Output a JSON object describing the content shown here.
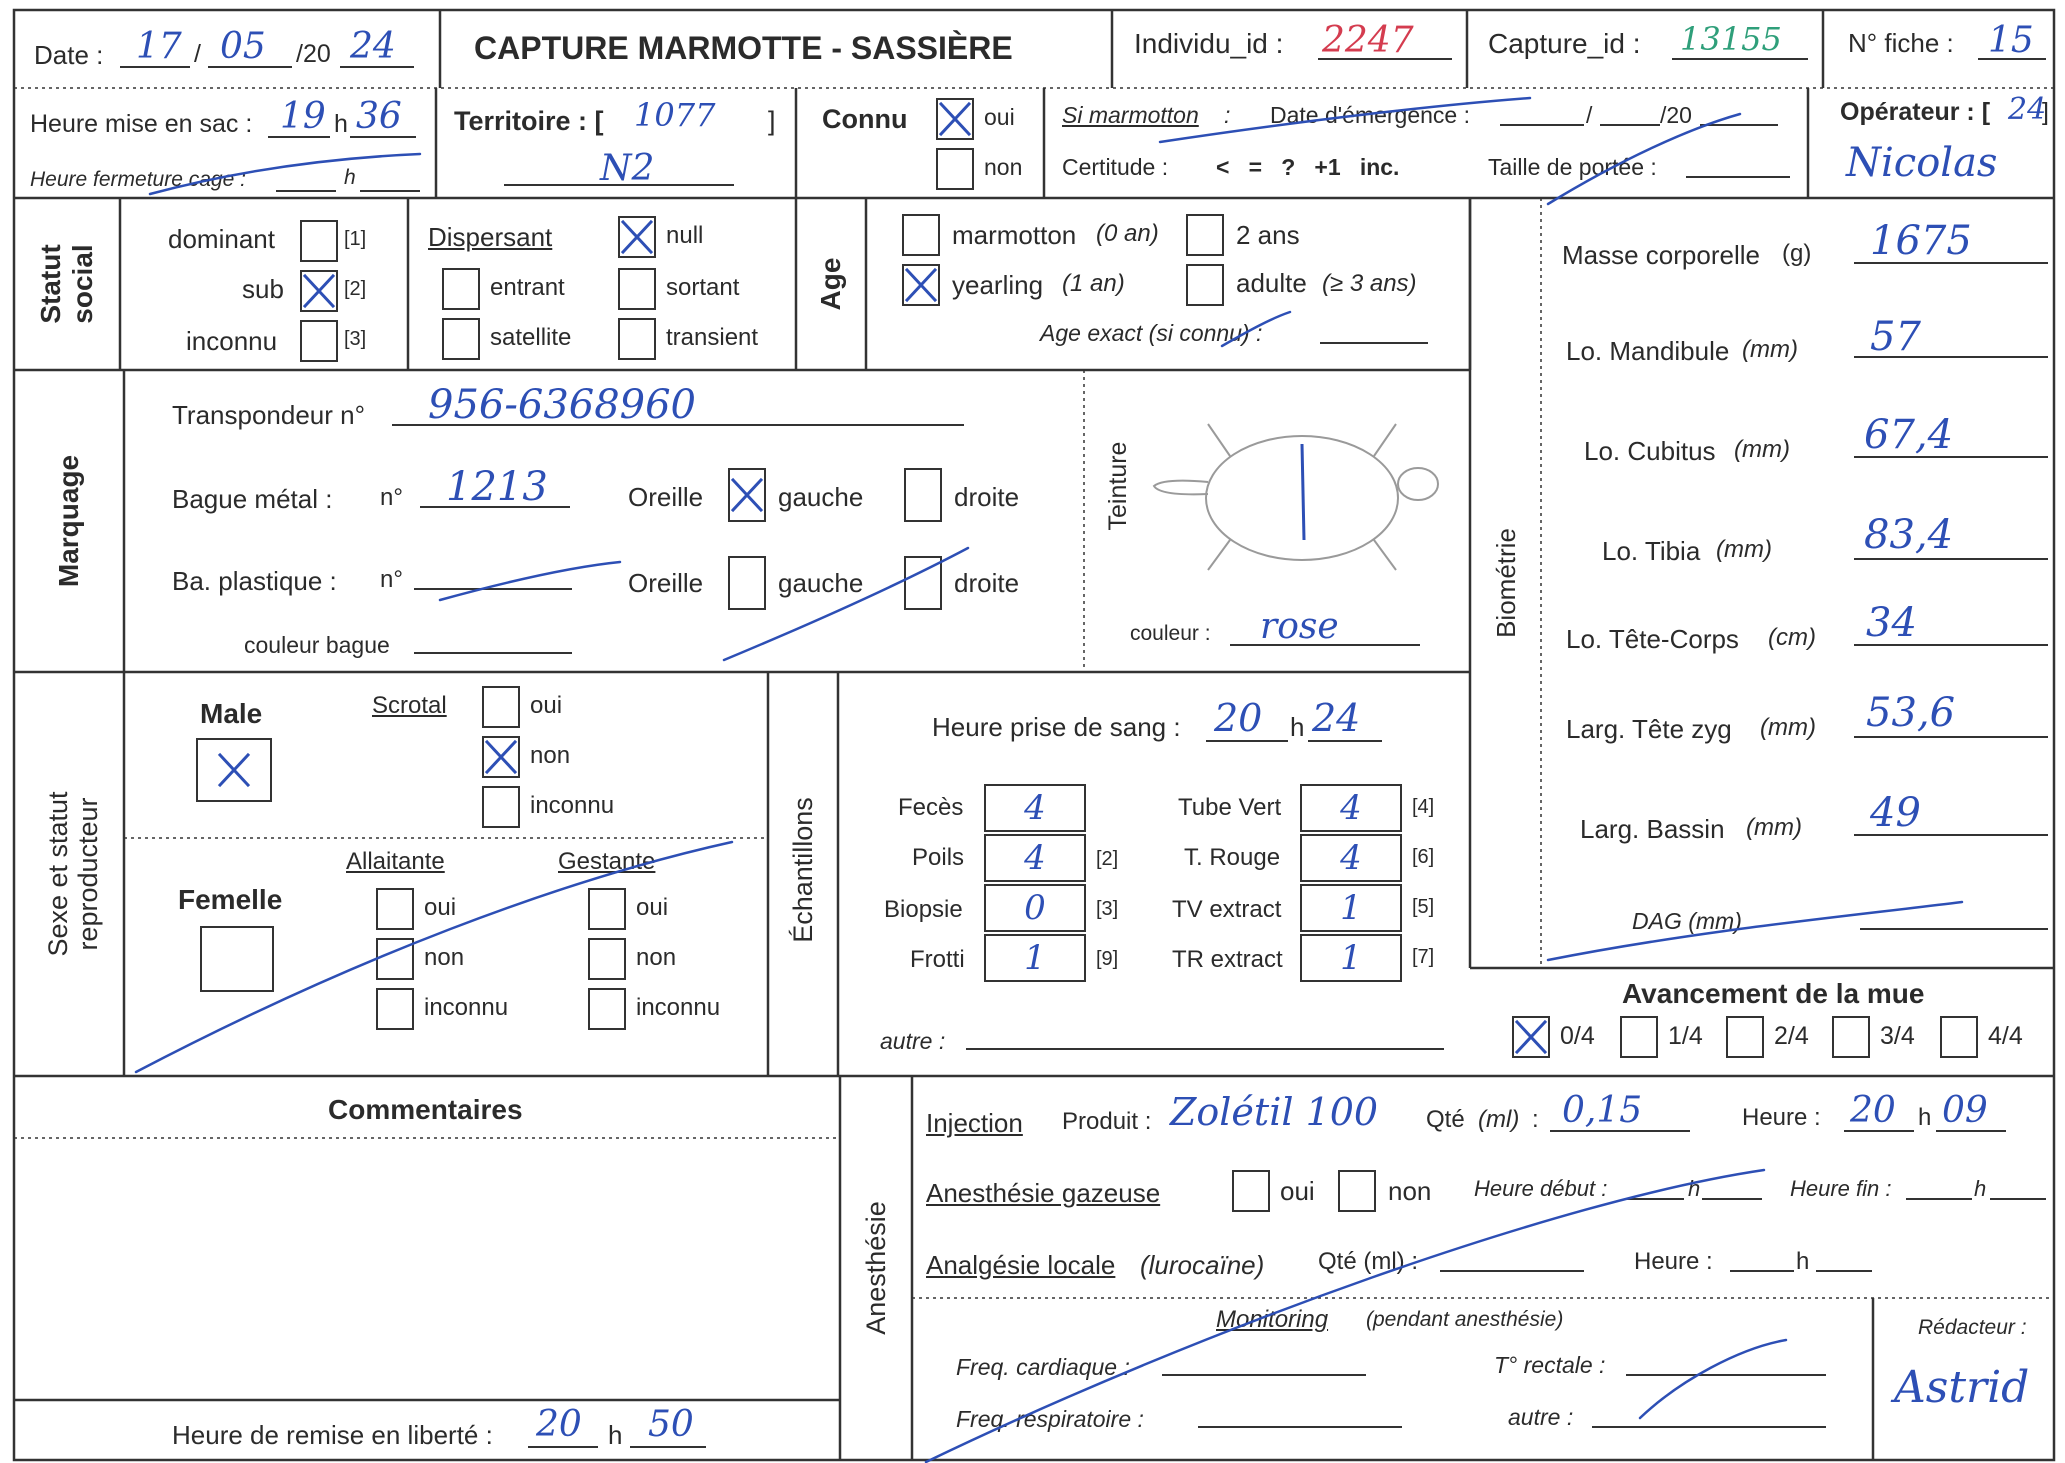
{
  "header": {
    "date": {
      "label": "Date :",
      "day": "17",
      "sep1": "/",
      "month": "05",
      "prefix": "/20",
      "year": "24"
    },
    "title": "CAPTURE MARMOTTE - SASSIÈRE",
    "individu": {
      "label": "Individu_id :",
      "value": "2247"
    },
    "capture": {
      "label": "Capture_id :",
      "value": "13155"
    },
    "fiche": {
      "label": "N° fiche :",
      "value": "15"
    }
  },
  "row2": {
    "sac": {
      "label": "Heure mise en sac :",
      "hours": "19",
      "h": "h",
      "minutes": "36"
    },
    "fermeture": {
      "label": "Heure fermeture cage :",
      "h": "h"
    },
    "territoire": {
      "label": "Territoire : [",
      "value": "1077",
      "close": "]",
      "sub": "N2"
    },
    "connu": {
      "label": "Connu",
      "oui": "oui",
      "non": "non"
    },
    "marmotton": {
      "label": "Si marmotton",
      "colon": ":",
      "emergence": "Date d'émergence :",
      "sep": "/",
      "prefix": "/20",
      "certitude": "Certitude :",
      "options": "<   =   ?   +1   inc.",
      "portee": "Taille de portée :"
    },
    "operateur": {
      "label": "Opérateur : [",
      "code": "24",
      "close": "]",
      "name": "Nicolas"
    }
  },
  "statut": {
    "title_line1": "Statut",
    "title_line2": "social",
    "dominant": "dominant",
    "c1": "[1]",
    "sub": "sub",
    "c2": "[2]",
    "inconnu": "inconnu",
    "c3": "[3]",
    "dispersant": "Dispersant",
    "null": "null",
    "entrant": "entrant",
    "sortant": "sortant",
    "satellite": "satellite",
    "transient": "transient"
  },
  "age": {
    "title": "Age",
    "marmotton": "marmotton",
    "marmotton_note": "(0 an)",
    "yearling": "yearling",
    "yearling_note": "(1 an)",
    "deux_ans": "2 ans",
    "adulte": "adulte",
    "adulte_note": "(≥ 3 ans)",
    "exact": "Age exact (si connu) :"
  },
  "marquage": {
    "title": "Marquage",
    "transpondeur": {
      "label": "Transpondeur n°",
      "value": "956-6368960"
    },
    "bague_metal": {
      "label": "Bague métal :",
      "no": "n°",
      "value": "1213"
    },
    "oreille1": {
      "label": "Oreille",
      "gauche": "gauche",
      "droite": "droite"
    },
    "ba_plastique": {
      "label": "Ba. plastique :",
      "no": "n°"
    },
    "oreille2": {
      "label": "Oreille",
      "gauche": "gauche",
      "droite": "droite"
    },
    "couleur_bague": "couleur bague",
    "teinture": "Teinture",
    "couleur": {
      "label": "couleur :",
      "value": "rose"
    }
  },
  "biometrie": {
    "title": "Biométrie",
    "rows": [
      {
        "label": "Masse corporelle",
        "unit": "(g)",
        "value": "1675"
      },
      {
        "label": "Lo. Mandibule",
        "unit": "(mm)",
        "value": "57"
      },
      {
        "label": "Lo. Cubitus",
        "unit": "(mm)",
        "value": "67,4"
      },
      {
        "label": "Lo. Tibia",
        "unit": "(mm)",
        "value": "83,4"
      },
      {
        "label": "Lo. Tête-Corps",
        "unit": "(cm)",
        "value": "34"
      },
      {
        "label": "Larg. Tête zyg",
        "unit": "(mm)",
        "value": "53,6"
      },
      {
        "label": "Larg. Bassin",
        "unit": "(mm)",
        "value": "49"
      }
    ],
    "dag": "DAG (mm)"
  },
  "sexe": {
    "title_line1": "Sexe et statut",
    "title_line2": "reproducteur",
    "male": "Male",
    "scrotal": "Scrotal",
    "oui": "oui",
    "non": "non",
    "inconnu": "inconnu",
    "femelle": "Femelle",
    "allaitante": "Allaitante",
    "gestante": "Gestante"
  },
  "echantillons": {
    "title": "Échantillons",
    "sang": {
      "label": "Heure prise de sang :",
      "hours": "20",
      "h": "h",
      "minutes": "24"
    },
    "left": [
      {
        "label": "Fecès",
        "value": "4",
        "code": ""
      },
      {
        "label": "Poils",
        "value": "4",
        "code": "[2]"
      },
      {
        "label": "Biopsie",
        "value": "0",
        "code": "[3]"
      },
      {
        "label": "Frotti",
        "value": "1",
        "code": "[9]"
      }
    ],
    "right": [
      {
        "label": "Tube Vert",
        "value": "4",
        "code": "[4]"
      },
      {
        "label": "T. Rouge",
        "value": "4",
        "code": "[6]"
      },
      {
        "label": "TV extract",
        "value": "1",
        "code": "[5]"
      },
      {
        "label": "TR extract",
        "value": "1",
        "code": "[7]"
      }
    ],
    "autre": "autre :"
  },
  "mue": {
    "title": "Avancement de la mue",
    "options": [
      "0/4",
      "1/4",
      "2/4",
      "3/4",
      "4/4"
    ]
  },
  "commentaires": {
    "title": "Commentaires",
    "remise": {
      "label": "Heure de remise en liberté :",
      "hours": "20",
      "h": "h",
      "minutes": "50"
    }
  },
  "anesthesie": {
    "title": "Anesthésie",
    "injection": {
      "label": "Injection",
      "produit": "Produit :",
      "produit_value": "Zolétil 100",
      "qte": "Qté",
      "ml": "(ml)",
      "colon": ":",
      "qte_value": "0,15",
      "heure": "Heure :",
      "hours": "20",
      "h": "h",
      "minutes": "09"
    },
    "gazeuse": {
      "label": "Anesthésie gazeuse",
      "oui": "oui",
      "non": "non",
      "debut": "Heure début :",
      "fin": "Heure fin :",
      "h": "h"
    },
    "analgesie": {
      "label": "Analgésie locale",
      "note": "(lurocaïne)",
      "qte": "Qté (ml) :",
      "heure": "Heure :",
      "h": "h"
    },
    "monitoring": {
      "label": "Monitoring",
      "note": "(pendant anesthésie)"
    },
    "freq_cardiaque": "Freq. cardiaque :",
    "freq_respi": "Freq. respiratoire :",
    "t_rectale": "T° rectale :",
    "autre": "autre :",
    "redacteur": {
      "label": "Rédacteur :",
      "name": "Astrid"
    }
  }
}
